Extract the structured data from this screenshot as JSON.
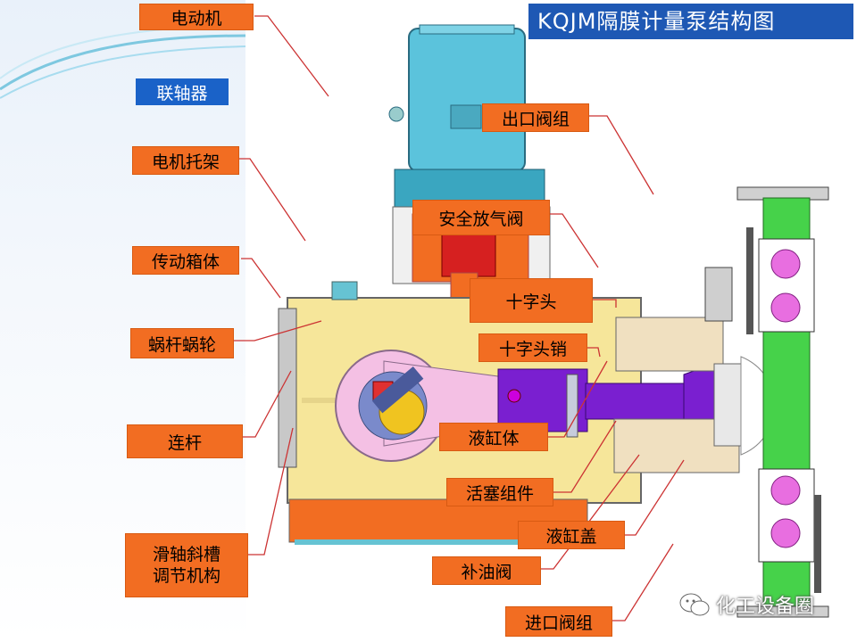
{
  "title": "KQJM隔膜计量泵结构图",
  "labels": {
    "motor": "电动机",
    "coupling": "联轴器",
    "motor_bracket": "电机托架",
    "gearbox_body": "传动箱体",
    "worm_gear": "蜗杆蜗轮",
    "connecting_rod": "连杆",
    "slide_shaft_line1": "滑轴斜槽",
    "slide_shaft_line2": "调节机构",
    "outlet_valve": "出口阀组",
    "safety_relief_valve": "安全放气阀",
    "crosshead": "十字头",
    "crosshead_pin": "十字头销",
    "hydraulic_cylinder_body": "液缸体",
    "piston_assembly": "活塞组件",
    "cylinder_cover": "液缸盖",
    "oil_replenish_valve": "补油阀",
    "inlet_valve": "进口阀组"
  },
  "watermark": "化工设备圈",
  "colors": {
    "label_fill": "#f26d22",
    "coupling_fill": "#1a62c8",
    "title_fill": "#1e58b4",
    "motor": "#5bc3dc",
    "gearbox": "#f6e69a",
    "bracket": "#f26d22",
    "piston": "#7a1fd0",
    "valve_green": "#46d24a",
    "ball_pink": "#e86ee0"
  }
}
